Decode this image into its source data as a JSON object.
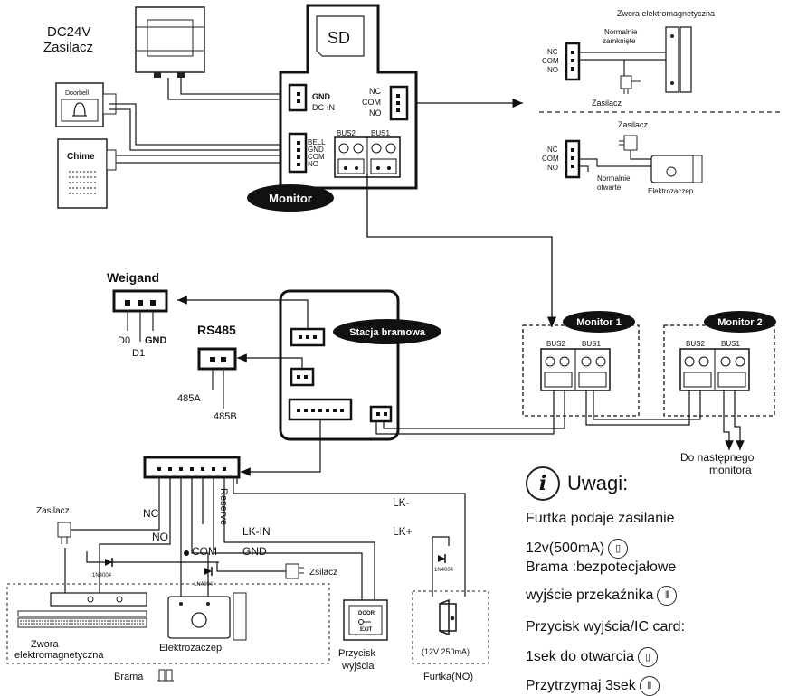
{
  "power_supply": {
    "label_line1": "DC24V",
    "label_line2": "Zasilacz"
  },
  "doorbell": {
    "label": "Doorbell"
  },
  "chime": {
    "label": "Chime"
  },
  "monitor": {
    "sd_label": "SD",
    "left_pins_top": [
      "GND",
      "DC-IN"
    ],
    "left_pins_bottom": [
      "BELL",
      "GND",
      "COM",
      "NO"
    ],
    "right_pins": [
      "NC",
      "COM",
      "NO"
    ],
    "bus_labels": [
      "BUS2",
      "BUS1"
    ],
    "badge": "Monitor"
  },
  "maglock_top": {
    "title": "Zwora elektromagnetyczna",
    "pins": [
      "NC",
      "COM",
      "NO"
    ],
    "mode": "Normalnie zamknięte",
    "supply": "Zasilacz"
  },
  "strike_top": {
    "supply": "Zasilacz",
    "pins": [
      "NC",
      "COM",
      "NO"
    ],
    "mode": "Normalnie otwarte",
    "device": "Elektrozaczep"
  },
  "weigand": {
    "title": "Weigand",
    "pins": [
      "D0",
      "D1",
      "GND"
    ]
  },
  "rs485": {
    "title": "RS485",
    "pins": [
      "485A",
      "485B"
    ]
  },
  "station": {
    "badge": "Stacja bramowa"
  },
  "monitor1": {
    "badge": "Monitor 1",
    "bus_labels": [
      "BUS2",
      "BUS1"
    ]
  },
  "monitor2": {
    "badge": "Monitor 2",
    "bus_labels": [
      "BUS2",
      "BUS1"
    ]
  },
  "next_monitor": {
    "line1": "Do następnego",
    "line2": "monitora"
  },
  "gate_wiring": {
    "nc": "NC",
    "no": "NO",
    "com": "COM",
    "gnd": "GND",
    "reserve": "Reserve",
    "lk_in": "LK-IN",
    "lk_minus": "LK-",
    "lk_plus": "LK+",
    "supply_left": "Zasilacz",
    "supply_right": "Zsilacz",
    "diode": "1N4004"
  },
  "maglock_bottom": {
    "label_line1": "Zwora",
    "label_line2": "elektromagnetyczna"
  },
  "strike_bottom": {
    "label": "Elektrozaczep"
  },
  "gate": {
    "label": "Brama"
  },
  "exit_button": {
    "text_top": "DOOR",
    "text_bottom": "EXIT",
    "label_line1": "Przycisk",
    "label_line2": "wyjścia"
  },
  "wicket": {
    "spec": "(12V 250mA)",
    "label": "Furtka(NO)"
  },
  "notes": {
    "title": "Uwagi:",
    "line1": "Furtka podaje zasilanie",
    "line2": "12v(500mA)",
    "line3": "Brama :bezpotecjałowe",
    "line4": "wyjście przekaźnika",
    "line5": "Przycisk wyjścia/IC card:",
    "line6": "1sek do otwarcia",
    "line7": "Przytrzymaj 3sek"
  }
}
